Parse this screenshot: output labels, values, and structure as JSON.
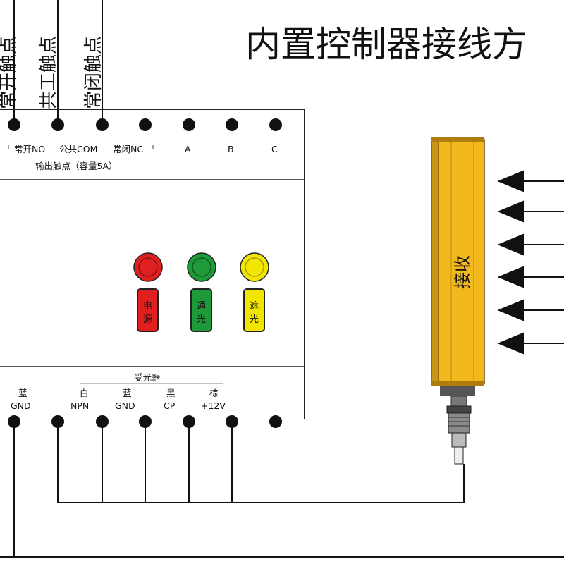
{
  "title": "内置控制器接线方",
  "top_wire_labels": [
    "常开触点",
    "共工触点",
    "常闭触点"
  ],
  "output_terminals": {
    "labels": [
      "常开NO",
      "公共COM",
      "常闭NC",
      "A",
      "B",
      "C"
    ],
    "caption": "输出触点（容量5A）"
  },
  "indicators": [
    {
      "label_top": "电",
      "label_bottom": "源",
      "color": "#e02020"
    },
    {
      "label_top": "通",
      "label_bottom": "光",
      "color": "#1e9a3a"
    },
    {
      "label_top": "遮",
      "label_bottom": "光",
      "color": "#f2e600"
    }
  ],
  "input_terminals": {
    "group_label": "受光器",
    "columns": [
      {
        "color": "蓝",
        "signal": "GND"
      },
      {
        "color": "白",
        "signal": "NPN"
      },
      {
        "color": "蓝",
        "signal": "GND"
      },
      {
        "color": "黑",
        "signal": "CP"
      },
      {
        "color": "棕",
        "signal": "+12V"
      }
    ]
  },
  "sensor": {
    "label": "接收",
    "body_color": "#f2b81e",
    "arrow_count": 6
  }
}
